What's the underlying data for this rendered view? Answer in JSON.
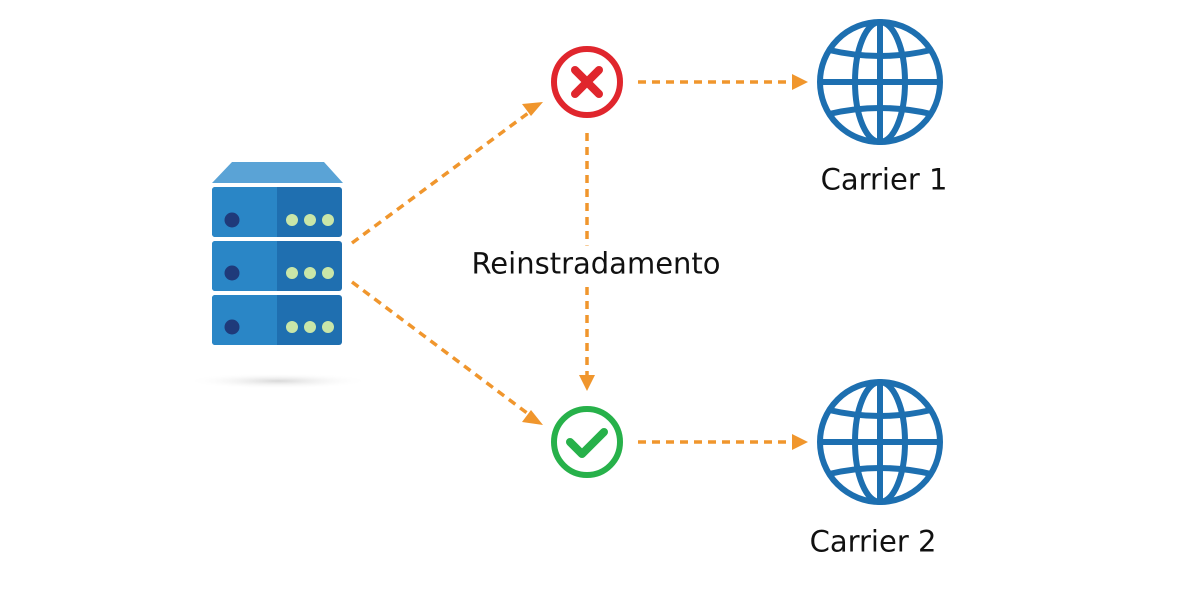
{
  "labels": {
    "reroute": "Reinstradamento",
    "carrier_1": "Carrier 1",
    "carrier_2": "Carrier 2"
  },
  "nodes": {
    "server": {
      "icon": "server-rack-icon"
    },
    "failed_route": {
      "icon": "error-x-icon",
      "status": "fail"
    },
    "ok_route": {
      "icon": "check-icon",
      "status": "ok"
    },
    "carrier_1": {
      "icon": "globe-icon"
    },
    "carrier_2": {
      "icon": "globe-icon"
    }
  },
  "colors": {
    "arrow": "#f0962d",
    "fail": "#e0262d",
    "ok": "#27b14a",
    "globe": "#1d6fb0",
    "server_top": "#5aa3d6",
    "server_left": "#2a86c6",
    "server_right": "#1f6fb0",
    "server_knob": "#1f3a7a",
    "server_led": "#c9e6a8"
  }
}
